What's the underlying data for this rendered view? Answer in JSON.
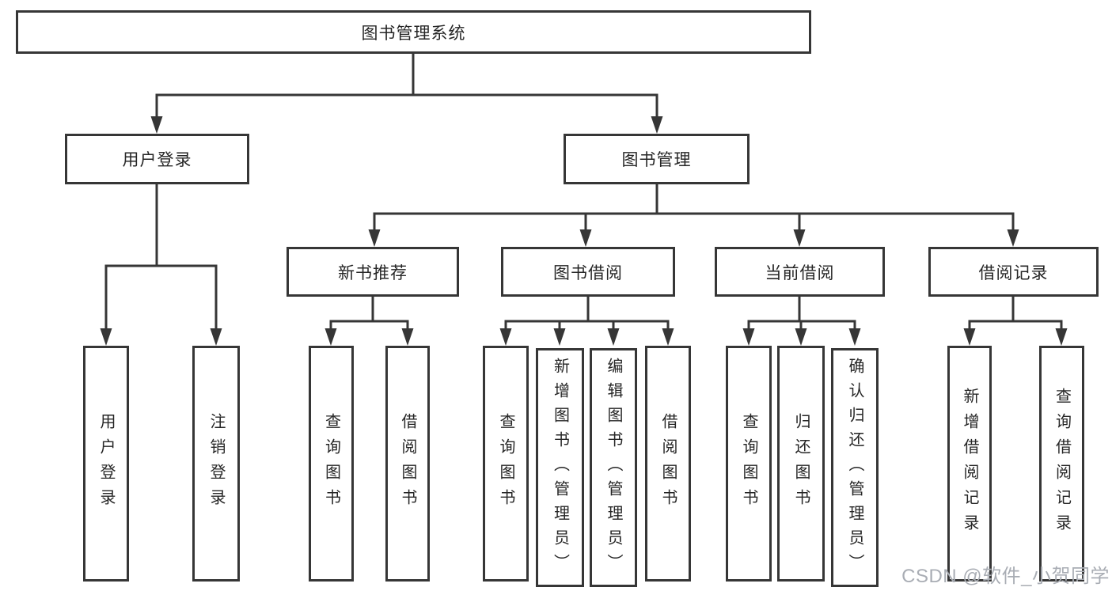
{
  "colors": {
    "line": "#363636",
    "text": "#262626",
    "background": "#ffffff",
    "watermark": "#a9adb4"
  },
  "watermark": {
    "text": "CSDN @软件_小贺同学"
  },
  "tree": {
    "root": {
      "label": "图书管理系统"
    },
    "branches": [
      {
        "label": "用户登录",
        "leaves": [
          {
            "label": "用户登录"
          },
          {
            "label": "注销登录"
          }
        ]
      },
      {
        "label": "图书管理",
        "groups": [
          {
            "label": "新书推荐",
            "leaves": [
              {
                "label": "查询图书"
              },
              {
                "label": "借阅图书"
              }
            ]
          },
          {
            "label": "图书借阅",
            "leaves": [
              {
                "label": "查询图书"
              },
              {
                "label": "新增图书（管理员）"
              },
              {
                "label": "编辑图书（管理员）"
              },
              {
                "label": "借阅图书"
              }
            ]
          },
          {
            "label": "当前借阅",
            "leaves": [
              {
                "label": "查询图书"
              },
              {
                "label": "归还图书"
              },
              {
                "label": "确认归还（管理员）"
              }
            ]
          },
          {
            "label": "借阅记录",
            "leaves": [
              {
                "label": "新增借阅记录"
              },
              {
                "label": "查询借阅记录"
              }
            ]
          }
        ]
      }
    ]
  }
}
